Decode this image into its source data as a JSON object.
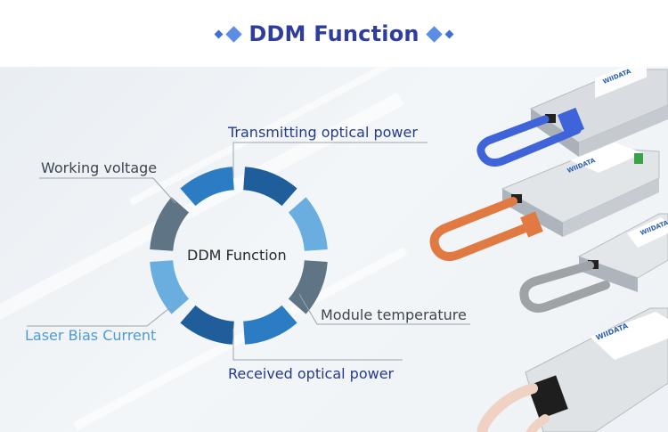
{
  "header": {
    "title": "DDM Function"
  },
  "diagram": {
    "center_label": "DDM Function",
    "labels": {
      "transmitting": "Transmitting optical power",
      "working_voltage": "Working voltage",
      "module_temperature": "Module temperature",
      "laser_bias": "Laser Bias Current",
      "received": "Received optical power"
    }
  },
  "products": {
    "brand": "WIIDATA",
    "latch_colors": [
      "#3f63d8",
      "#e07a42",
      "#9ea3a8",
      "#efd2c3"
    ]
  },
  "colors": {
    "title": "#2f3e9e",
    "label_dark": "#243a8c",
    "label_gray": "#3d4650",
    "label_light": "#4f9ad6",
    "seg_dark_blue": "#1f5e9a",
    "seg_mid_blue": "#2b7cc2",
    "seg_light_blue": "#6aaee0",
    "seg_slate": "#5f7485"
  }
}
